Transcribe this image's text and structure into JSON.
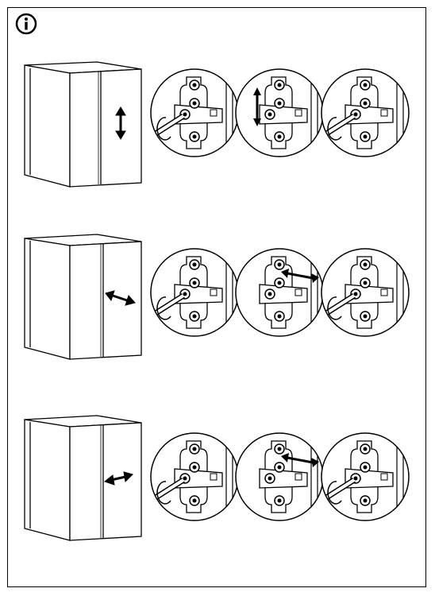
{
  "page": {
    "icon": "info-icon"
  },
  "steps": [
    {
      "id": "height",
      "arrow": "vertical-double-arrow",
      "detail_arrow_circle": 2
    },
    {
      "id": "side",
      "arrow": "horizontal-double-arrow",
      "detail_arrow_circle": 2
    },
    {
      "id": "depth",
      "arrow": "horizontal-double-arrow",
      "detail_arrow_circle": 2
    }
  ],
  "colors": {
    "line": "#000000",
    "background": "#ffffff",
    "cabinet_fill": "#ffffff",
    "frame_line": "#555555"
  }
}
